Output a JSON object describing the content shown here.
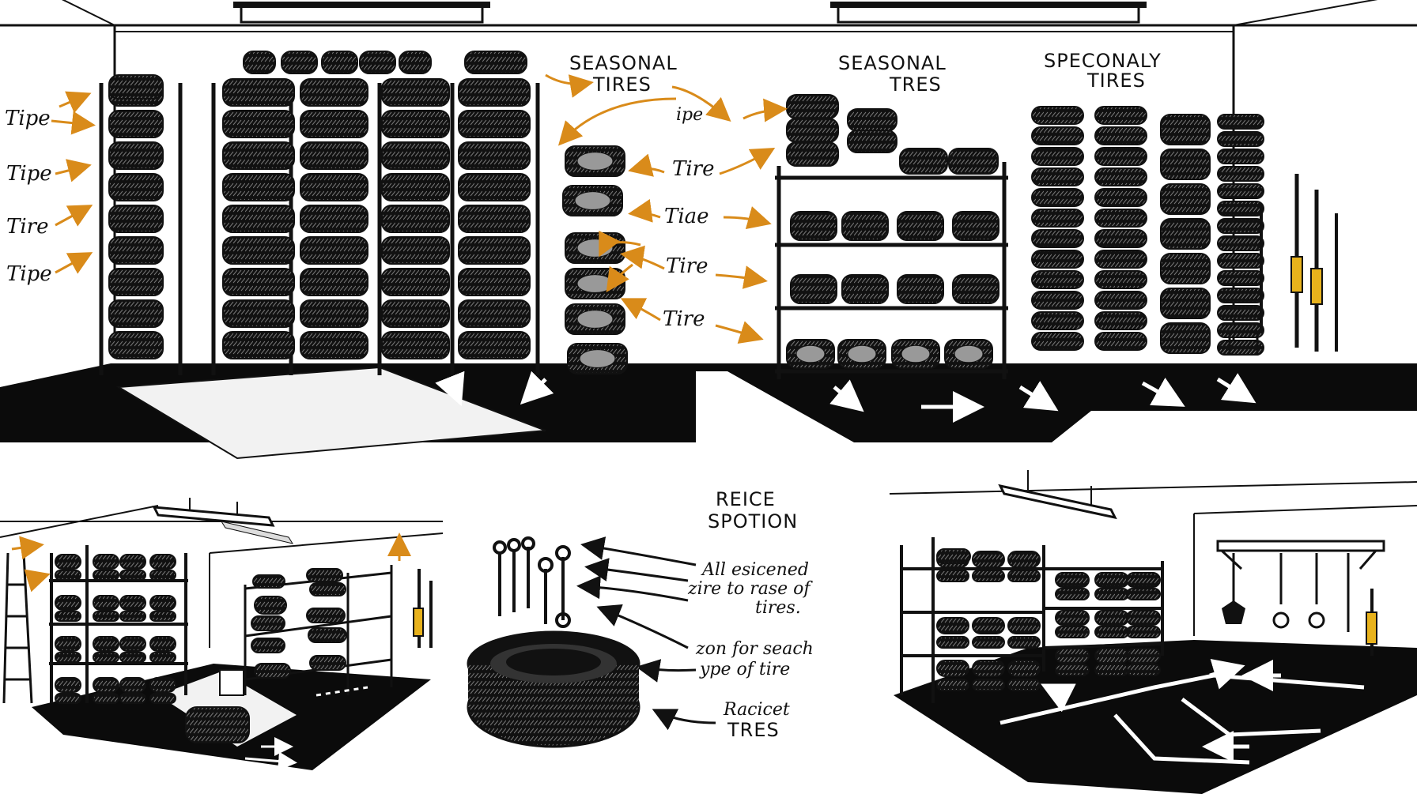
{
  "colors": {
    "ink": "#111111",
    "floor": "#0b0b0b",
    "arrow_orange": "#d98b1a",
    "tool_yellow": "#e8b21c",
    "paper": "#ffffff",
    "mat": "#f2f2f2"
  },
  "top_scene": {
    "left_tire_labels": [
      "Tipe",
      "Tipe",
      "Tire",
      "Tipe"
    ],
    "seasonal_left": [
      "SEASONAL",
      "TIRES"
    ],
    "middle_labels": [
      "ipe",
      "Tire",
      "Tiae",
      "Tire",
      "Tire"
    ],
    "seasonal_right": [
      "SEASONAL",
      "TRES"
    ],
    "specialty": [
      "SPECONALY",
      "TIRES"
    ]
  },
  "bottom_scene": {
    "heading": [
      "REICE",
      "SPOTION"
    ],
    "note_lines": [
      "All esicened",
      "zire to rase of",
      "tires."
    ],
    "zone_lines": [
      "zon for seach",
      "ype of tire"
    ],
    "racket_lines": [
      "Racicet",
      "TRES"
    ]
  }
}
